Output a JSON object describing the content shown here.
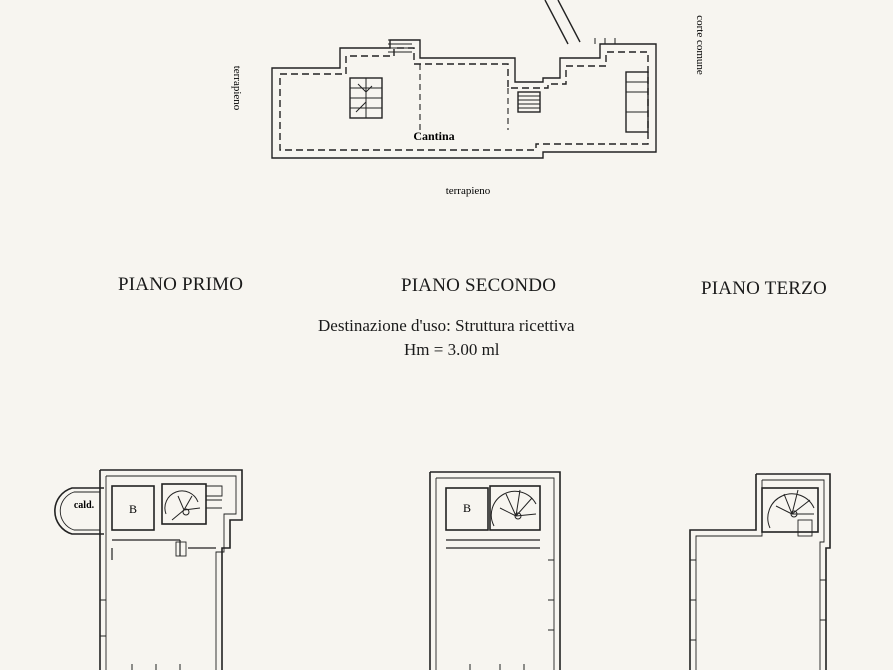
{
  "basement": {
    "room_label": "Cantina",
    "left_label": "terrapieno",
    "bottom_label": "terrapieno",
    "right_label": "corte comune"
  },
  "floors": {
    "first": {
      "title": "PIANO PRIMO",
      "room_b": "B",
      "boiler": "cald."
    },
    "second": {
      "title": "PIANO SECONDO",
      "room_b": "B"
    },
    "third": {
      "title": "PIANO TERZO"
    }
  },
  "notes": {
    "use": "Destinazione d'uso: Struttura ricettiva",
    "height": "Hm = 3.00 ml"
  }
}
